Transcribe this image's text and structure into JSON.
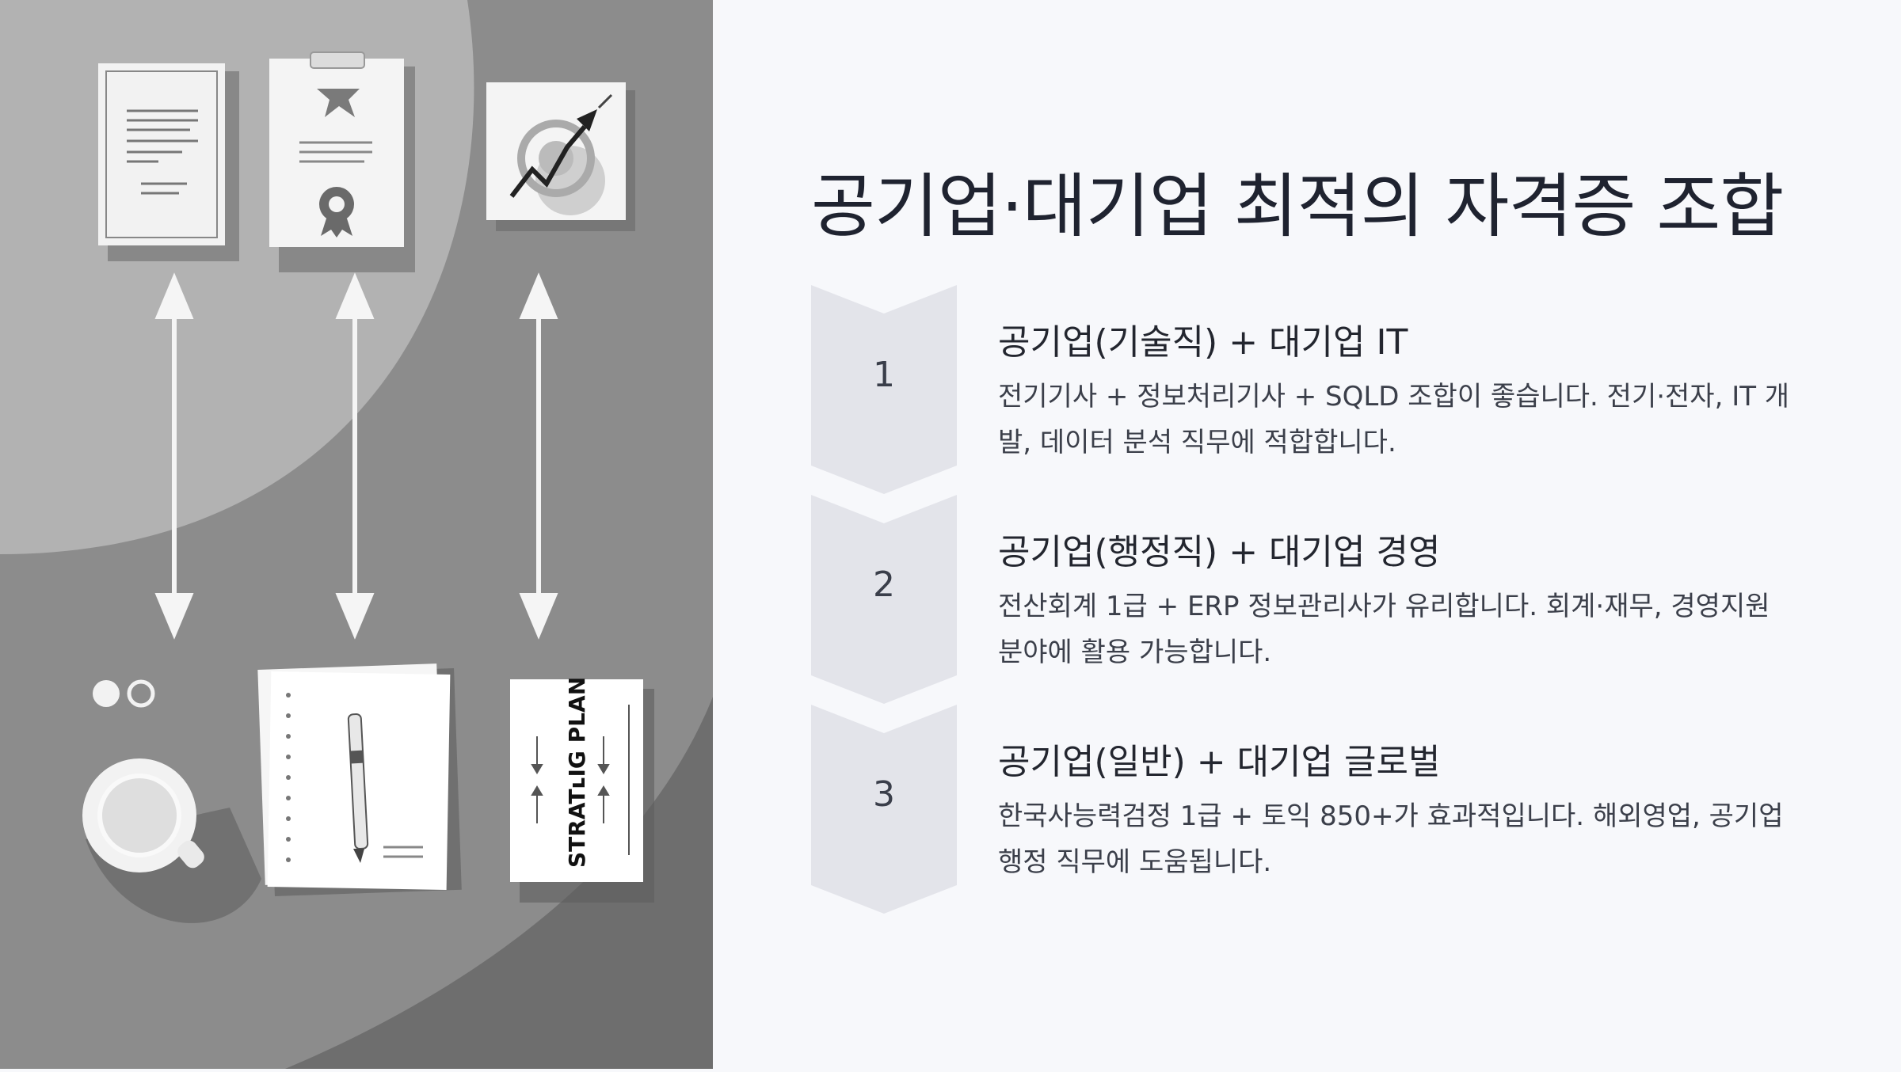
{
  "title": "공기업·대기업 최적의 자격증 조합",
  "steps": [
    {
      "number": "1",
      "title": "공기업(기술직) + 대기업 IT",
      "description": "전기기사 + 정보처리기사 + SQLD 조합이 좋습니다. 전기·전자, IT 개발, 데이터 분석 직무에 적합합니다."
    },
    {
      "number": "2",
      "title": "공기업(행정직) + 대기업 경영",
      "description": "전산회계 1급 + ERP 정보관리사가 유리합니다. 회계·재무, 경영지원 분야에 활용 가능합니다."
    },
    {
      "number": "3",
      "title": "공기업(일반) + 대기업 글로벌",
      "description": "한국사능력검정 1급 + 토익 850+가 효과적입니다. 해외영업, 공기업 행정 직무에 도움됩니다."
    }
  ],
  "illustration": {
    "plan_text": "STRATʟIG PLAN"
  },
  "colors": {
    "background": "#f7f8fb",
    "chevron_fill": "#e3e4ea",
    "title_text": "#1f2330",
    "illustration_bg": "#8a8a8a"
  }
}
